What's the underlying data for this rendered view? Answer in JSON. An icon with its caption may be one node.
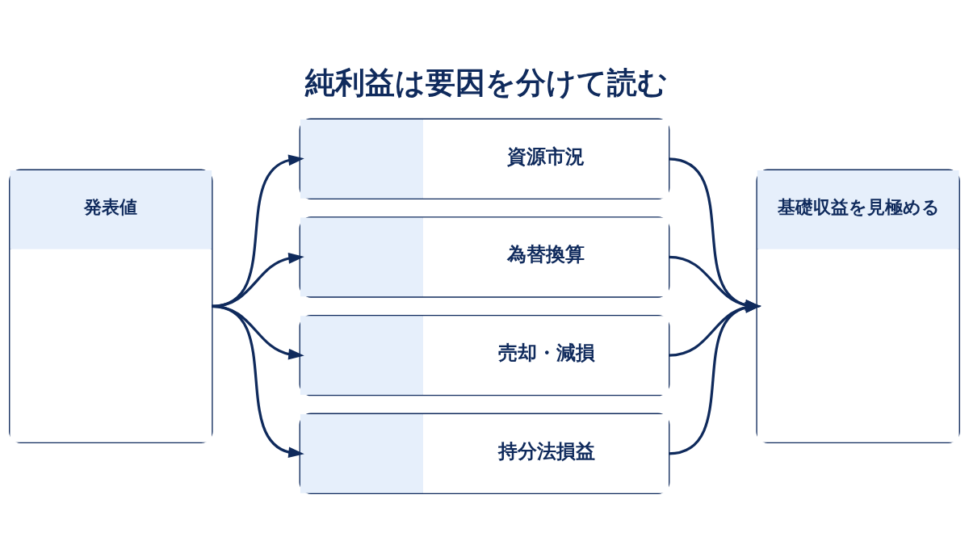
{
  "diagram": {
    "title": "純利益は要因を分けて読む",
    "nodes": [
      {
        "text": [
          "発表値"
        ]
      },
      {
        "text": [
          "資源市況"
        ]
      },
      {
        "text": [
          "為替換算"
        ]
      },
      {
        "text": [
          "売却・減損"
        ]
      },
      {
        "text": [
          "持分法損益"
        ]
      },
      {
        "text": [
          "基礎収益を見極める"
        ]
      }
    ],
    "edges": [
      {
        "from": 0,
        "to": 1,
        "arrow": "to"
      },
      {
        "from": 0,
        "to": 2,
        "arrow": "to"
      },
      {
        "from": 0,
        "to": 3,
        "arrow": "to"
      },
      {
        "from": 0,
        "to": 4,
        "arrow": "to"
      },
      {
        "from": 1,
        "to": 5,
        "arrow": "to"
      },
      {
        "from": 2,
        "to": 5,
        "arrow": "to"
      },
      {
        "from": 3,
        "to": 5,
        "arrow": "to"
      },
      {
        "from": 4,
        "to": 5,
        "arrow": "to"
      }
    ]
  }
}
